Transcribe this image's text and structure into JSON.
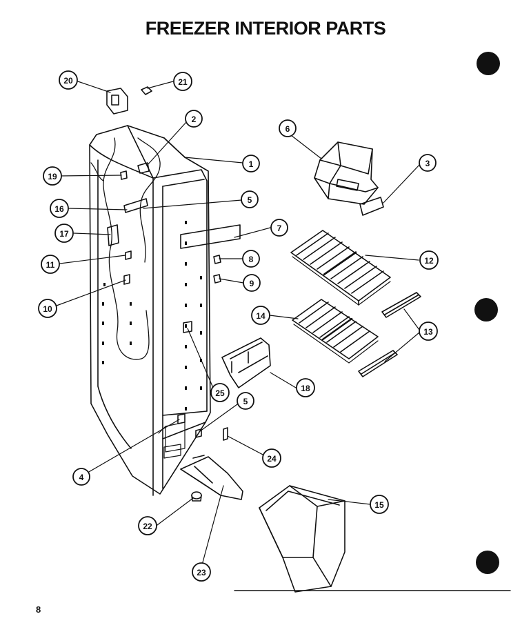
{
  "title": "FREEZER INTERIOR PARTS",
  "page_number": "8",
  "callouts": [
    {
      "id": "c20",
      "label": "20",
      "part": "cabinet-thermostat-bracket"
    },
    {
      "id": "c21",
      "label": "21",
      "part": "thermostat-screw"
    },
    {
      "id": "c2",
      "label": "2",
      "part": "top-hinge-clip"
    },
    {
      "id": "c1",
      "label": "1",
      "part": "freezer-liner"
    },
    {
      "id": "c19",
      "label": "19",
      "part": "wire-clip"
    },
    {
      "id": "c16",
      "label": "16",
      "part": "light-housing"
    },
    {
      "id": "c5a",
      "label": "5",
      "part": "screw-upper"
    },
    {
      "id": "c17",
      "label": "17",
      "part": "light-socket"
    },
    {
      "id": "c11",
      "label": "11",
      "part": "shelf-support-upper"
    },
    {
      "id": "c10",
      "label": "10",
      "part": "shelf-support-lower"
    },
    {
      "id": "c7",
      "label": "7",
      "part": "control-plate"
    },
    {
      "id": "c8",
      "label": "8",
      "part": "shelf-stud"
    },
    {
      "id": "c9",
      "label": "9",
      "part": "shelf-stop"
    },
    {
      "id": "c6",
      "label": "6",
      "part": "ice-bin"
    },
    {
      "id": "c3",
      "label": "3",
      "part": "ice-bin-front"
    },
    {
      "id": "c12",
      "label": "12",
      "part": "wire-shelf-upper"
    },
    {
      "id": "c14",
      "label": "14",
      "part": "wire-shelf-lower"
    },
    {
      "id": "c13",
      "label": "13",
      "part": "shelf-rail"
    },
    {
      "id": "c18",
      "label": "18",
      "part": "basket-slide"
    },
    {
      "id": "c25",
      "label": "25",
      "part": "bracket-clip"
    },
    {
      "id": "c5b",
      "label": "5",
      "part": "screw-lower"
    },
    {
      "id": "c24",
      "label": "24",
      "part": "shoulder-screw"
    },
    {
      "id": "c4",
      "label": "4",
      "part": "bottom-hinge-clip"
    },
    {
      "id": "c15",
      "label": "15",
      "part": "freezer-basket"
    },
    {
      "id": "c22",
      "label": "22",
      "part": "bumper"
    },
    {
      "id": "c23",
      "label": "23",
      "part": "basket-support-rail"
    }
  ]
}
